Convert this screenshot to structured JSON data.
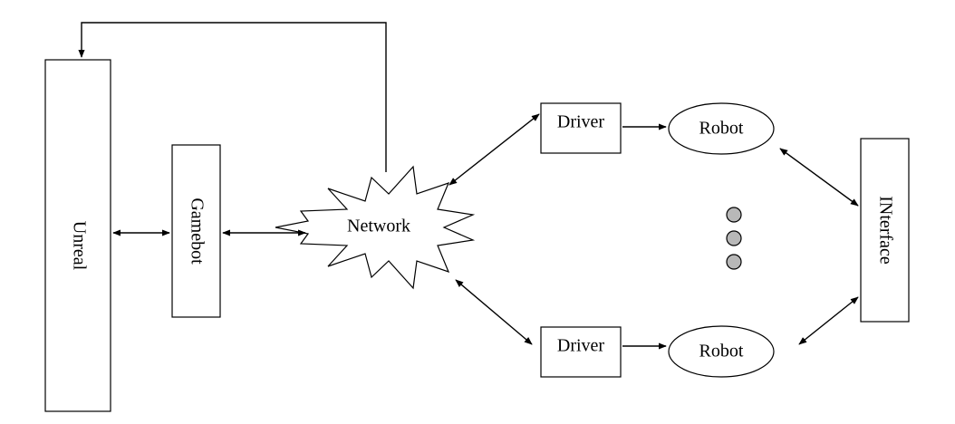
{
  "diagram": {
    "nodes": {
      "unreal": "Unreal",
      "gamebot": "Gamebot",
      "network": "Network",
      "driver_top": "Driver",
      "robot_top": "Robot",
      "driver_bottom": "Driver",
      "robot_bottom": "Robot",
      "interface": "INterface"
    },
    "edges": [
      {
        "from": "network",
        "to": "unreal",
        "direction": "forward"
      },
      {
        "from": "unreal",
        "to": "gamebot",
        "direction": "both"
      },
      {
        "from": "gamebot",
        "to": "network",
        "direction": "both"
      },
      {
        "from": "network",
        "to": "driver_top",
        "direction": "both"
      },
      {
        "from": "network",
        "to": "driver_bottom",
        "direction": "both"
      },
      {
        "from": "driver_top",
        "to": "robot_top",
        "direction": "forward"
      },
      {
        "from": "driver_bottom",
        "to": "robot_bottom",
        "direction": "forward"
      },
      {
        "from": "robot_top",
        "to": "interface",
        "direction": "both"
      },
      {
        "from": "robot_bottom",
        "to": "interface",
        "direction": "both"
      }
    ]
  }
}
